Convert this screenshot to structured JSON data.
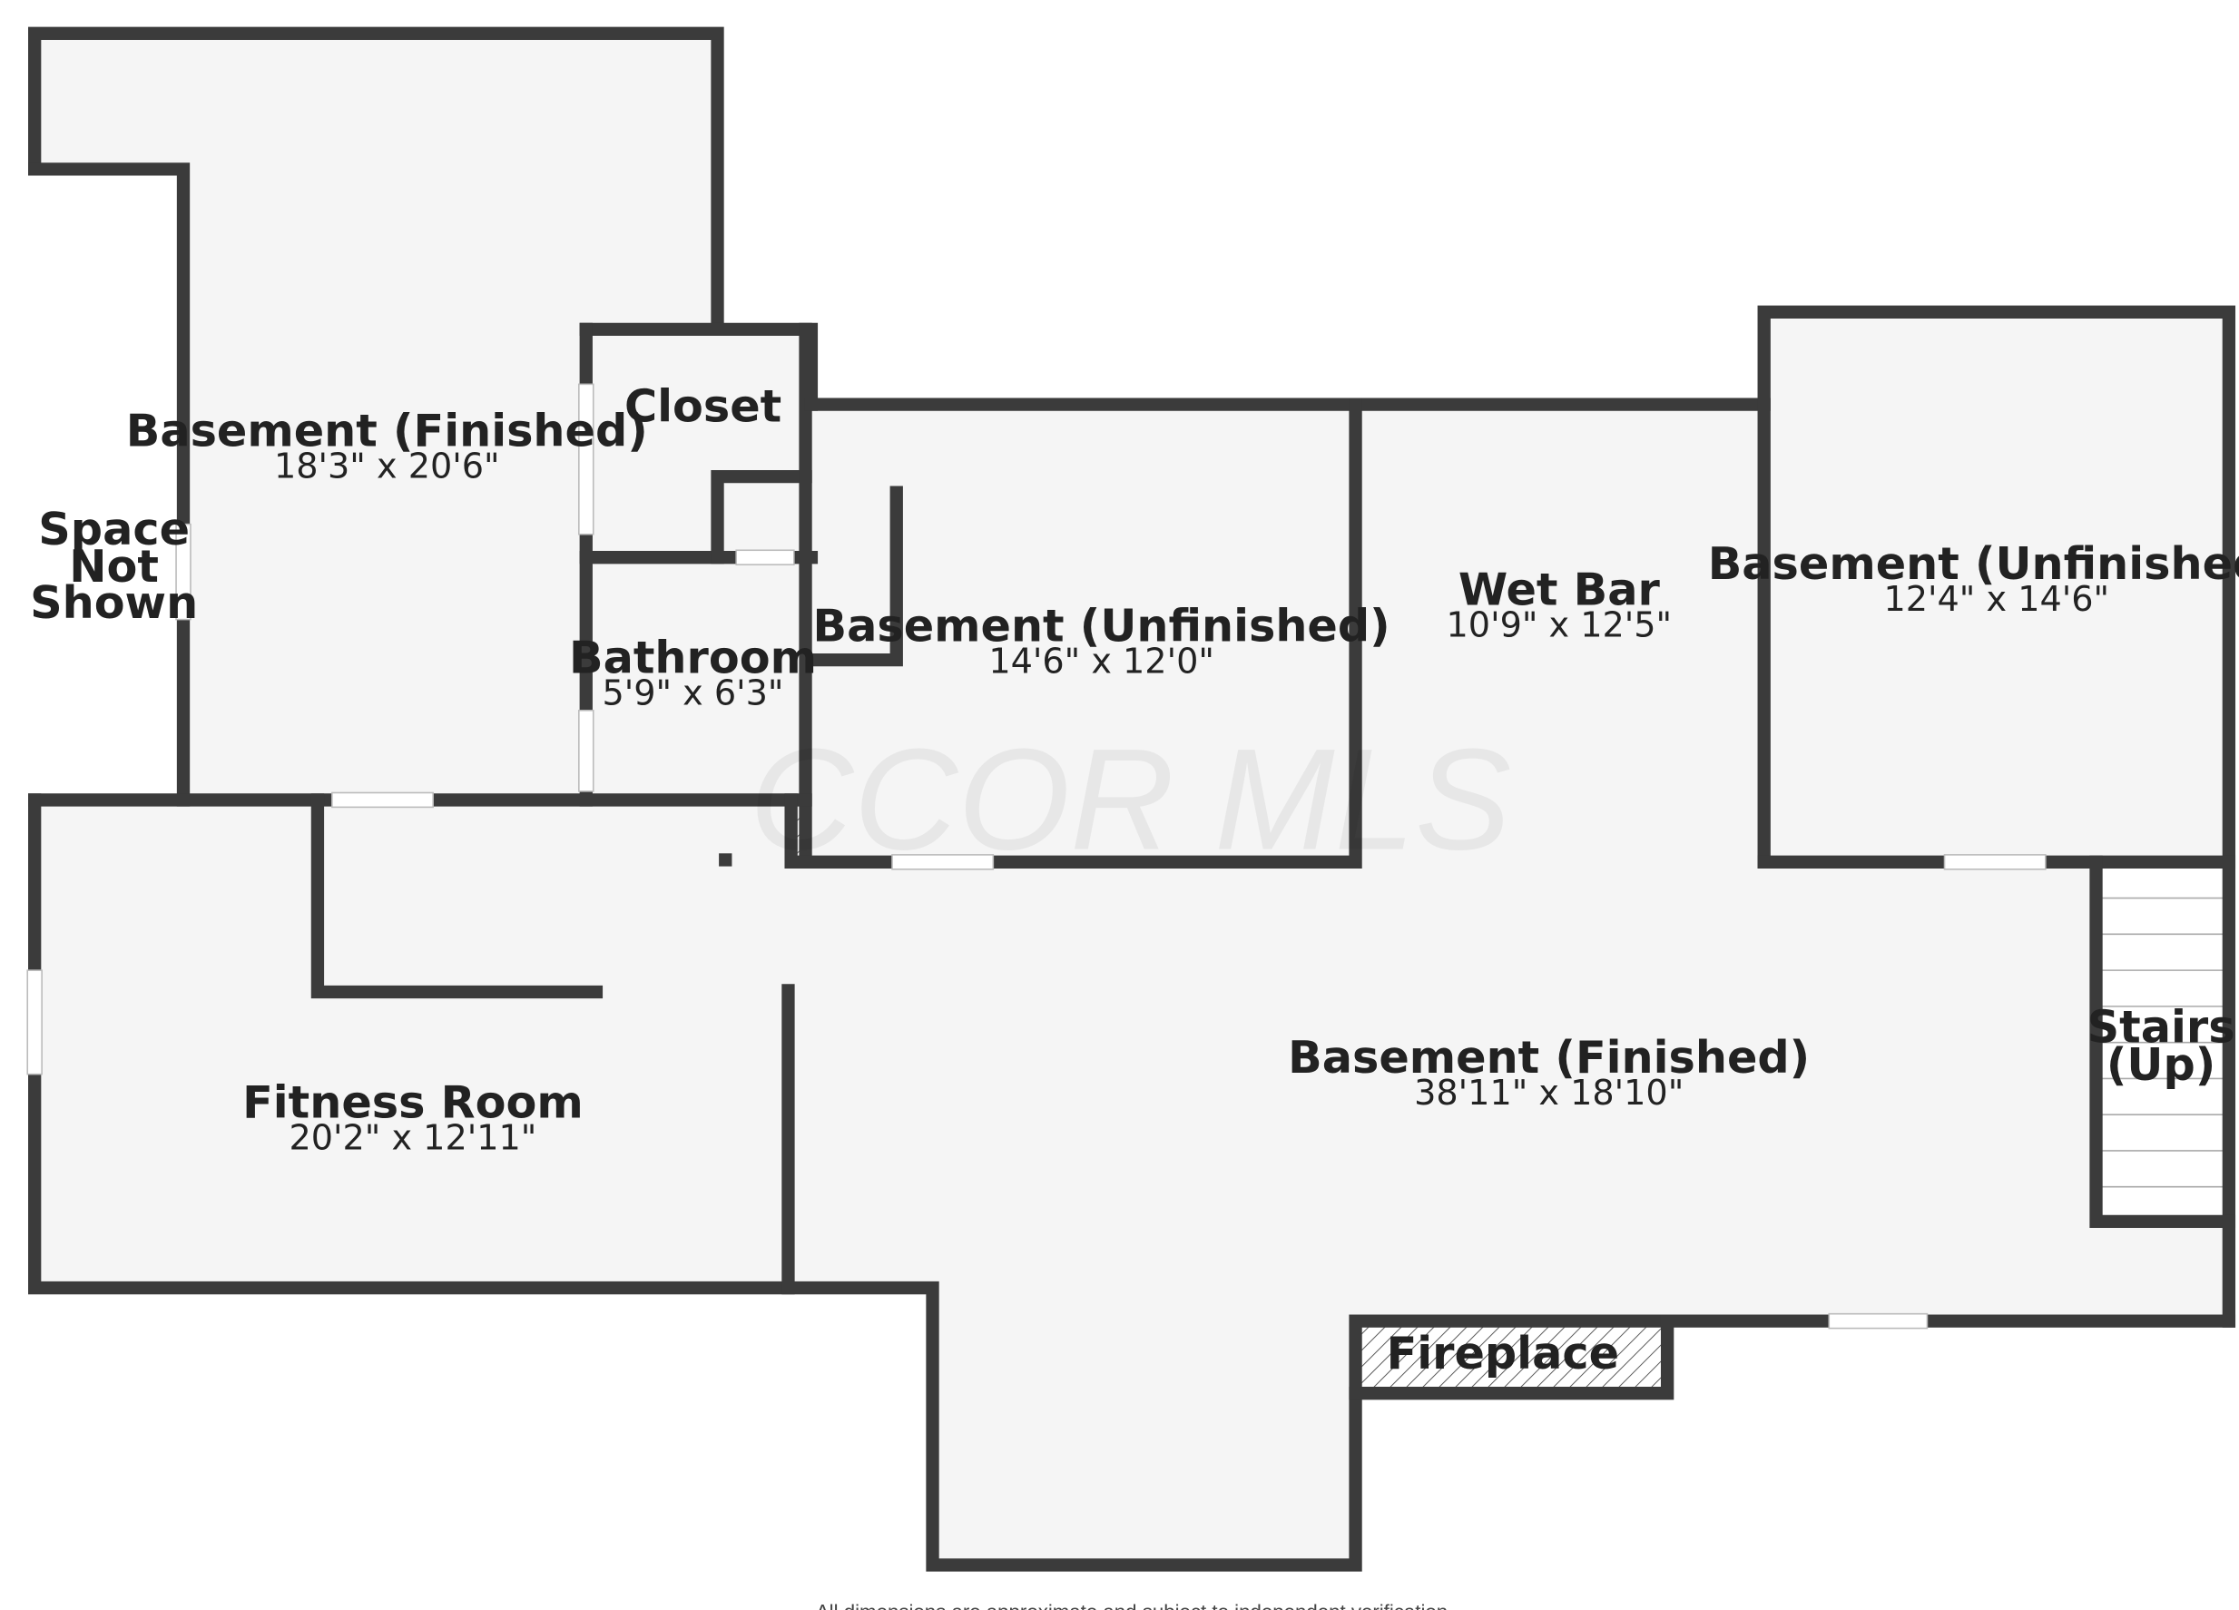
{
  "watermark": "CCOR MLS",
  "disclaimer": "All dimensions are approximate and subject to independent verification",
  "colors": {
    "wall": "#3b3b3b",
    "floor": "#f5f5f5",
    "opening": "#ffffff",
    "text": "#222222"
  },
  "rooms": [
    {
      "name": "Basement (Finished)",
      "dims": "18'3\" x 20'6\""
    },
    {
      "name": "Closet",
      "dims": ""
    },
    {
      "name": "Bathroom",
      "dims": "5'9\" x 6'3\""
    },
    {
      "name": "Basement (Unfinished)",
      "dims": "14'6\" x 12'0\""
    },
    {
      "name": "Wet Bar",
      "dims": "10'9\" x 12'5\""
    },
    {
      "name": "Basement (Unfinished)",
      "dims": "12'4\" x 14'6\""
    },
    {
      "name": "Fitness Room",
      "dims": "20'2\" x 12'11\""
    },
    {
      "name": "Basement (Finished)",
      "dims": "38'11\" x 18'10\""
    },
    {
      "name": "Fireplace",
      "dims": ""
    }
  ],
  "labels": {
    "space_not_shown": [
      "Space",
      "Not",
      "Shown"
    ],
    "stairs": [
      "Stairs",
      "(Up)"
    ]
  }
}
